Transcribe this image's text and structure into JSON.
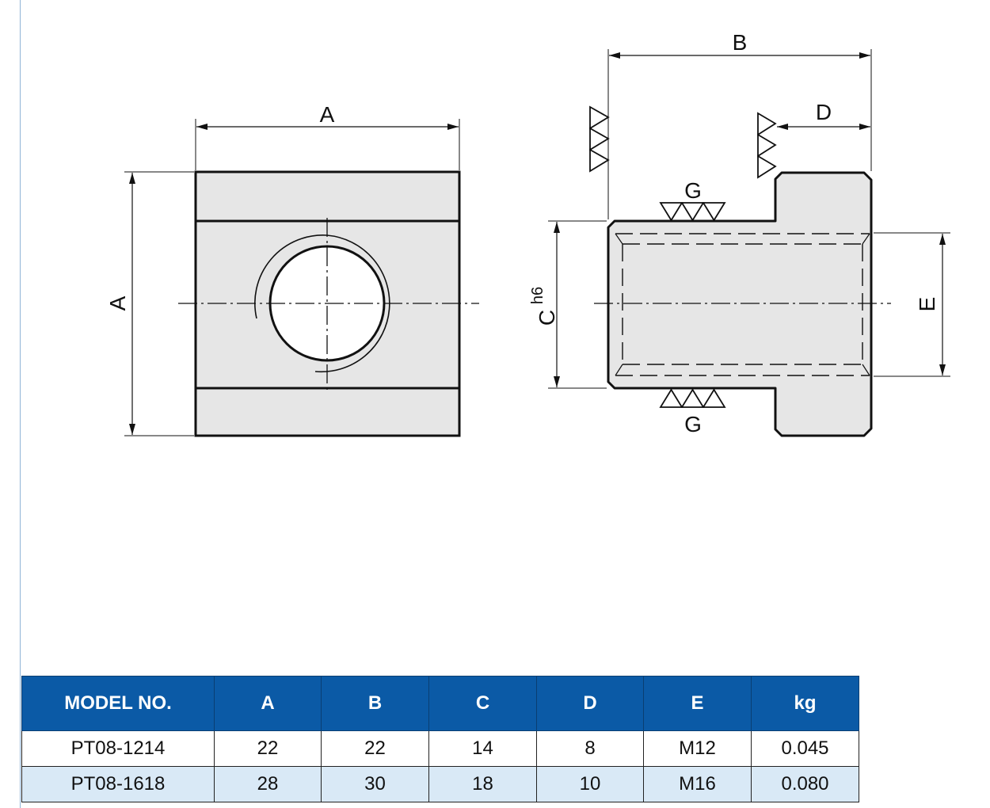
{
  "drawing": {
    "front_view": {
      "dim_width_label": "A",
      "dim_height_label": "A"
    },
    "side_view": {
      "dim_b_label": "B",
      "dim_d_label": "D",
      "dim_c_label": "C",
      "dim_c_tolerance": "h6",
      "dim_e_label": "E",
      "roughness_top_label": "G",
      "roughness_bottom_label": "G"
    },
    "colors": {
      "part_fill": "#e6e6e6",
      "line": "#111111"
    }
  },
  "table": {
    "headers": [
      "MODEL NO.",
      "A",
      "B",
      "C",
      "D",
      "E",
      "kg"
    ],
    "rows": [
      [
        "PT08-1214",
        "22",
        "22",
        "14",
        "8",
        "M12",
        "0.045"
      ],
      [
        "PT08-1618",
        "28",
        "30",
        "18",
        "10",
        "M16",
        "0.080"
      ]
    ],
    "colors": {
      "header_bg": "#0b5aa6",
      "header_text": "#ffffff",
      "alt_row_bg": "#d9e9f6"
    }
  }
}
